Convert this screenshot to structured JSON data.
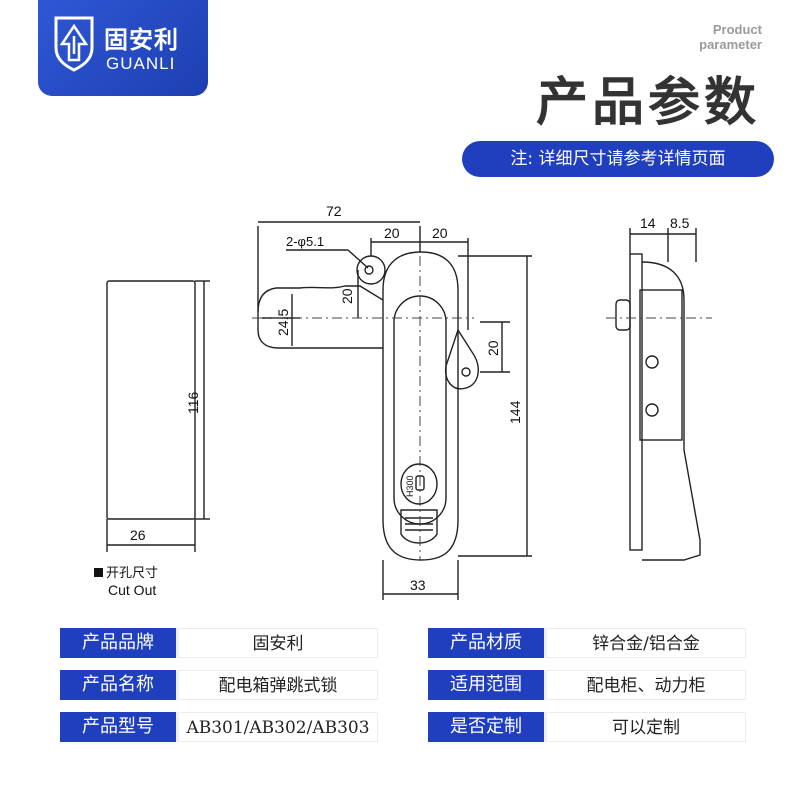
{
  "brand": {
    "name_cn": "固安利",
    "name_en": "GUANLI"
  },
  "header": {
    "subtitle_en_line1": "Product",
    "subtitle_en_line2": "parameter",
    "title": "产品参数",
    "note": "注: 详细尺寸请参考详情页面"
  },
  "drawing": {
    "dims": {
      "d72": "72",
      "d20a": "20",
      "d20b": "20",
      "hole": "2-φ5.1",
      "d20c": "20",
      "d24_5": "24.5",
      "d20d": "20",
      "d144": "144",
      "d33": "33",
      "d116": "116",
      "d26": "26",
      "d14": "14",
      "d8_5": "8.5",
      "keymark": "H300"
    },
    "cut_out_cn": "开孔尺寸",
    "cut_out_en": "Cut Out"
  },
  "specs": [
    {
      "label": "产品品牌",
      "value": "固安利"
    },
    {
      "label": "产品材质",
      "value": "锌合金/铝合金"
    },
    {
      "label": "产品名称",
      "value": "配电箱弹跳式锁"
    },
    {
      "label": "适用范围",
      "value": "配电柜、动力柜"
    },
    {
      "label": "产品型号",
      "value": "AB301/AB302/AB303"
    },
    {
      "label": "是否定制",
      "value": "可以定制"
    }
  ],
  "colors": {
    "brand_blue": "#1f3fbf",
    "logo_blue": "#2f57d6"
  }
}
